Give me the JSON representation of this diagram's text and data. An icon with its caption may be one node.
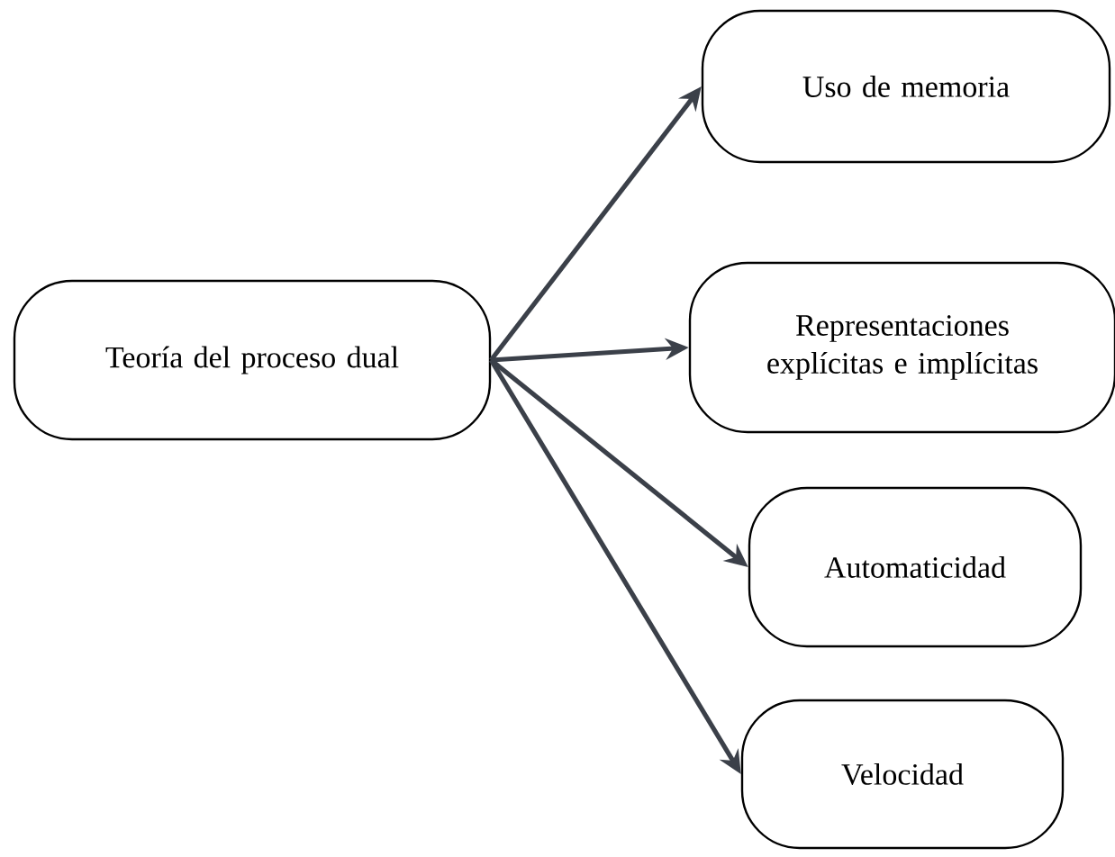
{
  "diagram": {
    "nodes": [
      {
        "text": [
          "Teoría del proceso dual"
        ]
      },
      {
        "text": [
          "Uso de memoria"
        ]
      },
      {
        "text": [
          "Representaciones explícitas e implícitas"
        ]
      },
      {
        "text": [
          "Automaticidad"
        ]
      },
      {
        "text": [
          "Velocidad"
        ]
      }
    ],
    "edges": [
      {
        "from": 0,
        "to": 1,
        "arrow": "to"
      },
      {
        "from": 0,
        "to": 2,
        "arrow": "to"
      },
      {
        "from": 0,
        "to": 3,
        "arrow": "to"
      },
      {
        "from": 0,
        "to": 4,
        "arrow": "to"
      }
    ]
  }
}
